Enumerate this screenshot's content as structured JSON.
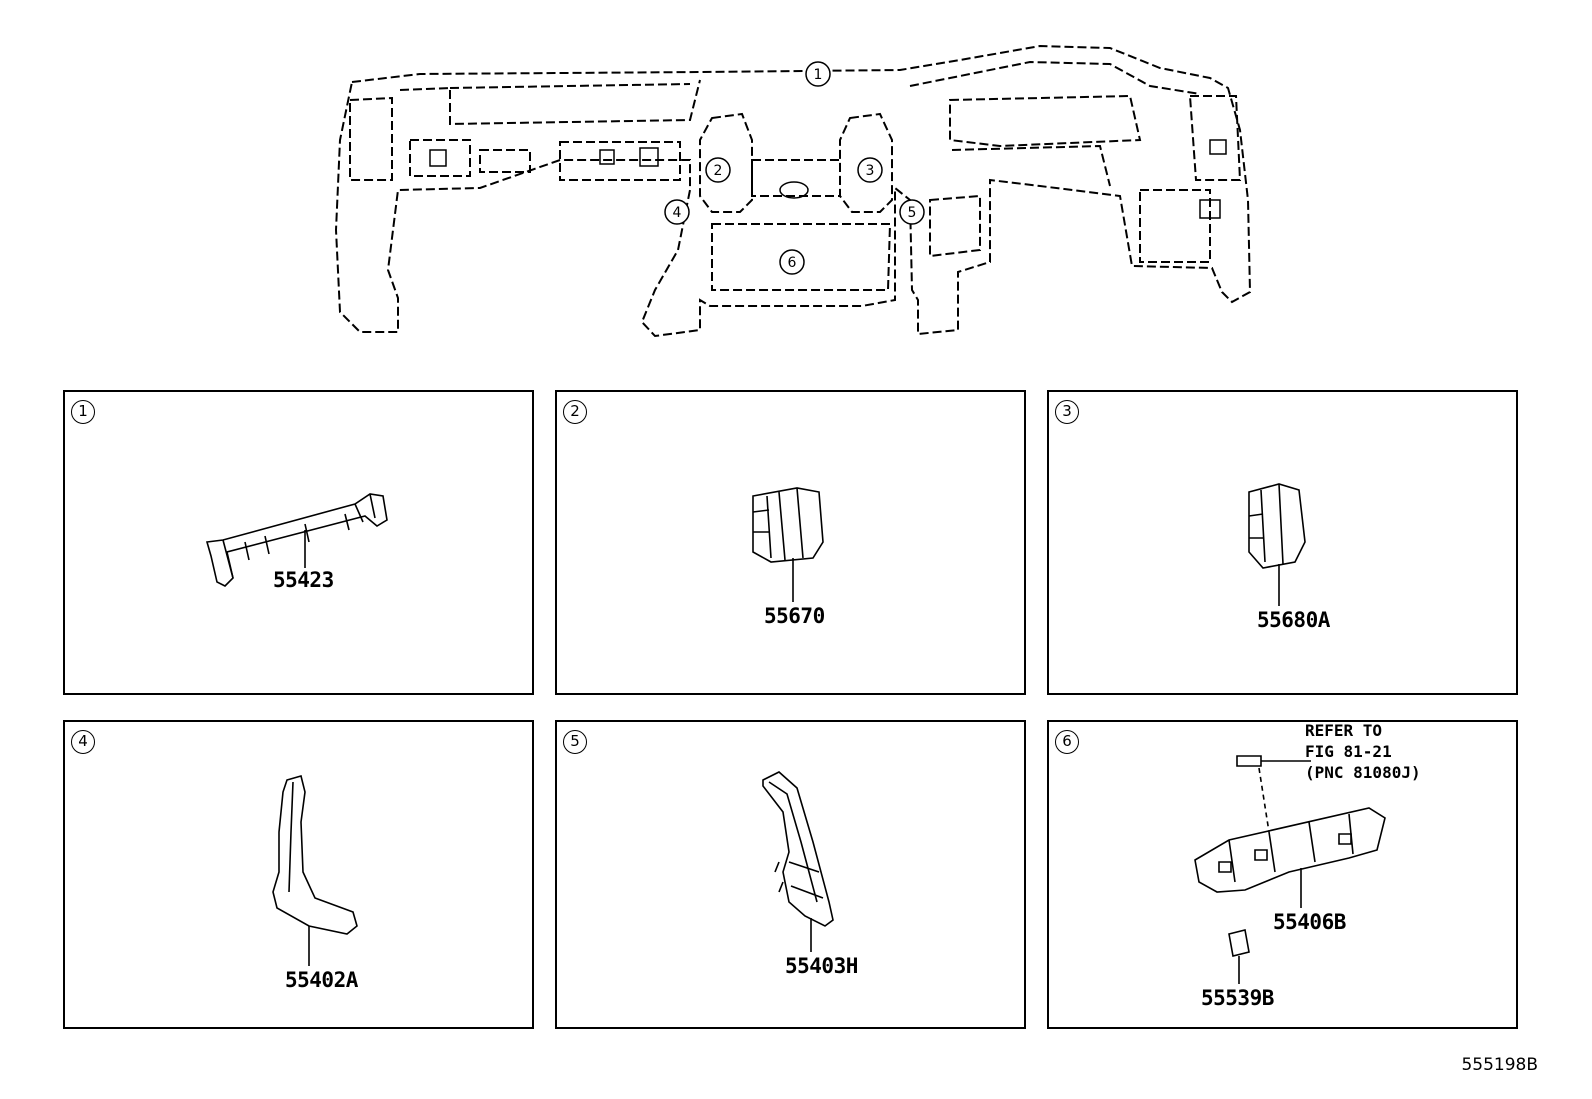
{
  "overview": {
    "callouts": [
      "1",
      "2",
      "3",
      "4",
      "5",
      "6"
    ]
  },
  "panels": [
    {
      "number": "1",
      "parts": [
        "55423"
      ]
    },
    {
      "number": "2",
      "parts": [
        "55670"
      ]
    },
    {
      "number": "3",
      "parts": [
        "55680A"
      ]
    },
    {
      "number": "4",
      "parts": [
        "55402A"
      ]
    },
    {
      "number": "5",
      "parts": [
        "55403H"
      ]
    },
    {
      "number": "6",
      "parts": [
        "55406B",
        "55539B"
      ],
      "note": {
        "line1": "REFER TO",
        "line2": "FIG 81-21",
        "line3": "(PNC 81080J)"
      }
    }
  ],
  "figure_id": "555198B"
}
